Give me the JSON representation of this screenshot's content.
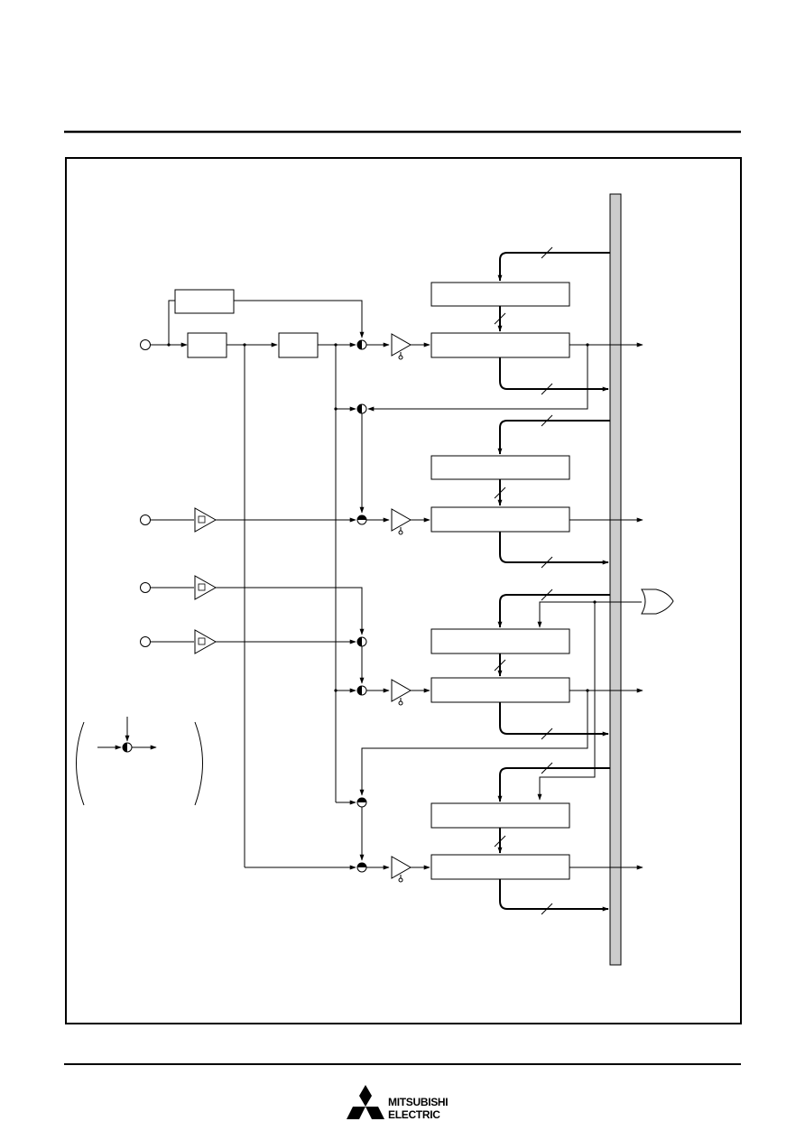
{
  "page": {
    "header_rule": true,
    "footer_rule": true
  },
  "diagram": {
    "bus_color": "#cccccc",
    "line_color": "#000000",
    "channels": 4,
    "has_legend_symbol": true,
    "has_or_gate": true
  },
  "footer": {
    "logo_line1": "MITSUBISHI",
    "logo_line2": "ELECTRIC"
  }
}
